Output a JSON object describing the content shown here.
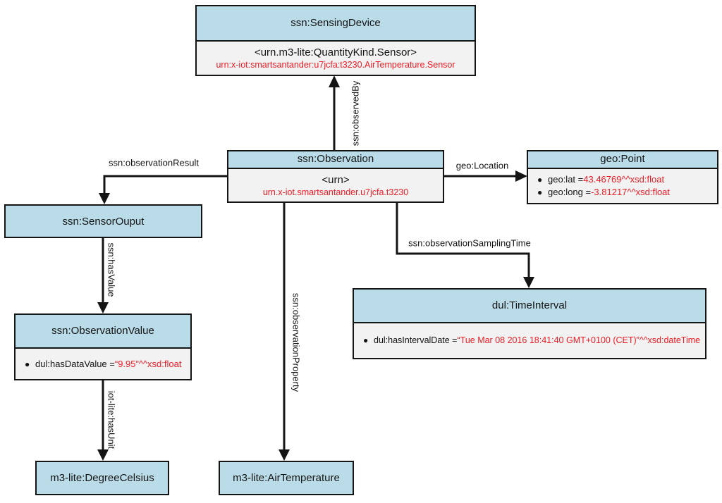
{
  "diagram": {
    "colors": {
      "node_header_blue": "#badce8",
      "node_body_gray": "#f2f2f2",
      "border_black": "#141414",
      "value_red": "#ee1c25"
    },
    "nodes": {
      "sensing_device": {
        "title": "ssn:SensingDevice",
        "instance": "<urn.m3-lite:QuantityKind.Sensor>",
        "uri": "urn:x-iot:smartsantander:u7jcfa:t3230.AirTemperature.Sensor"
      },
      "observation": {
        "title": "ssn:Observation",
        "instance": "<urn>",
        "uri": "urn.x-iot.smartsantander.u7jcfa.t3230"
      },
      "geo_point": {
        "title": "geo:Point",
        "attributes": [
          {
            "name": "geo:lat = ",
            "value": "43.46769^^xsd:float"
          },
          {
            "name": "geo:long = ",
            "value": "-3.81217^^xsd:float"
          }
        ]
      },
      "sensor_output": {
        "title": "ssn:SensorOuput"
      },
      "observation_value": {
        "title": "ssn:ObservationValue",
        "attributes": [
          {
            "name": "dul:hasDataValue = ",
            "value": "“9.95”^^xsd:float"
          }
        ]
      },
      "time_interval": {
        "title": "dul:TimeInterval",
        "attributes": [
          {
            "name": "dul:hasIntervalDate = ",
            "value": "“Tue Mar 08 2016 18:41:40 GMT+0100 (CET)”^^xsd:dateTime"
          }
        ]
      },
      "degree_celsius": {
        "title": "m3-lite:DegreeCelsius"
      },
      "air_temperature": {
        "title": "m3-lite:AirTemperature"
      }
    },
    "edges": {
      "observed_by": {
        "label": "ssn:observedBy"
      },
      "observation_result": {
        "label": "ssn:observationResult"
      },
      "geo_location": {
        "label": "geo:Location"
      },
      "has_value": {
        "label": "ssn:hasValue"
      },
      "has_unit": {
        "label": "iot-lite:hasUnit"
      },
      "observation_property": {
        "label": "ssn:observationProperty"
      },
      "observation_sampling_time": {
        "label": "ssn:observationSamplingTime"
      }
    }
  }
}
